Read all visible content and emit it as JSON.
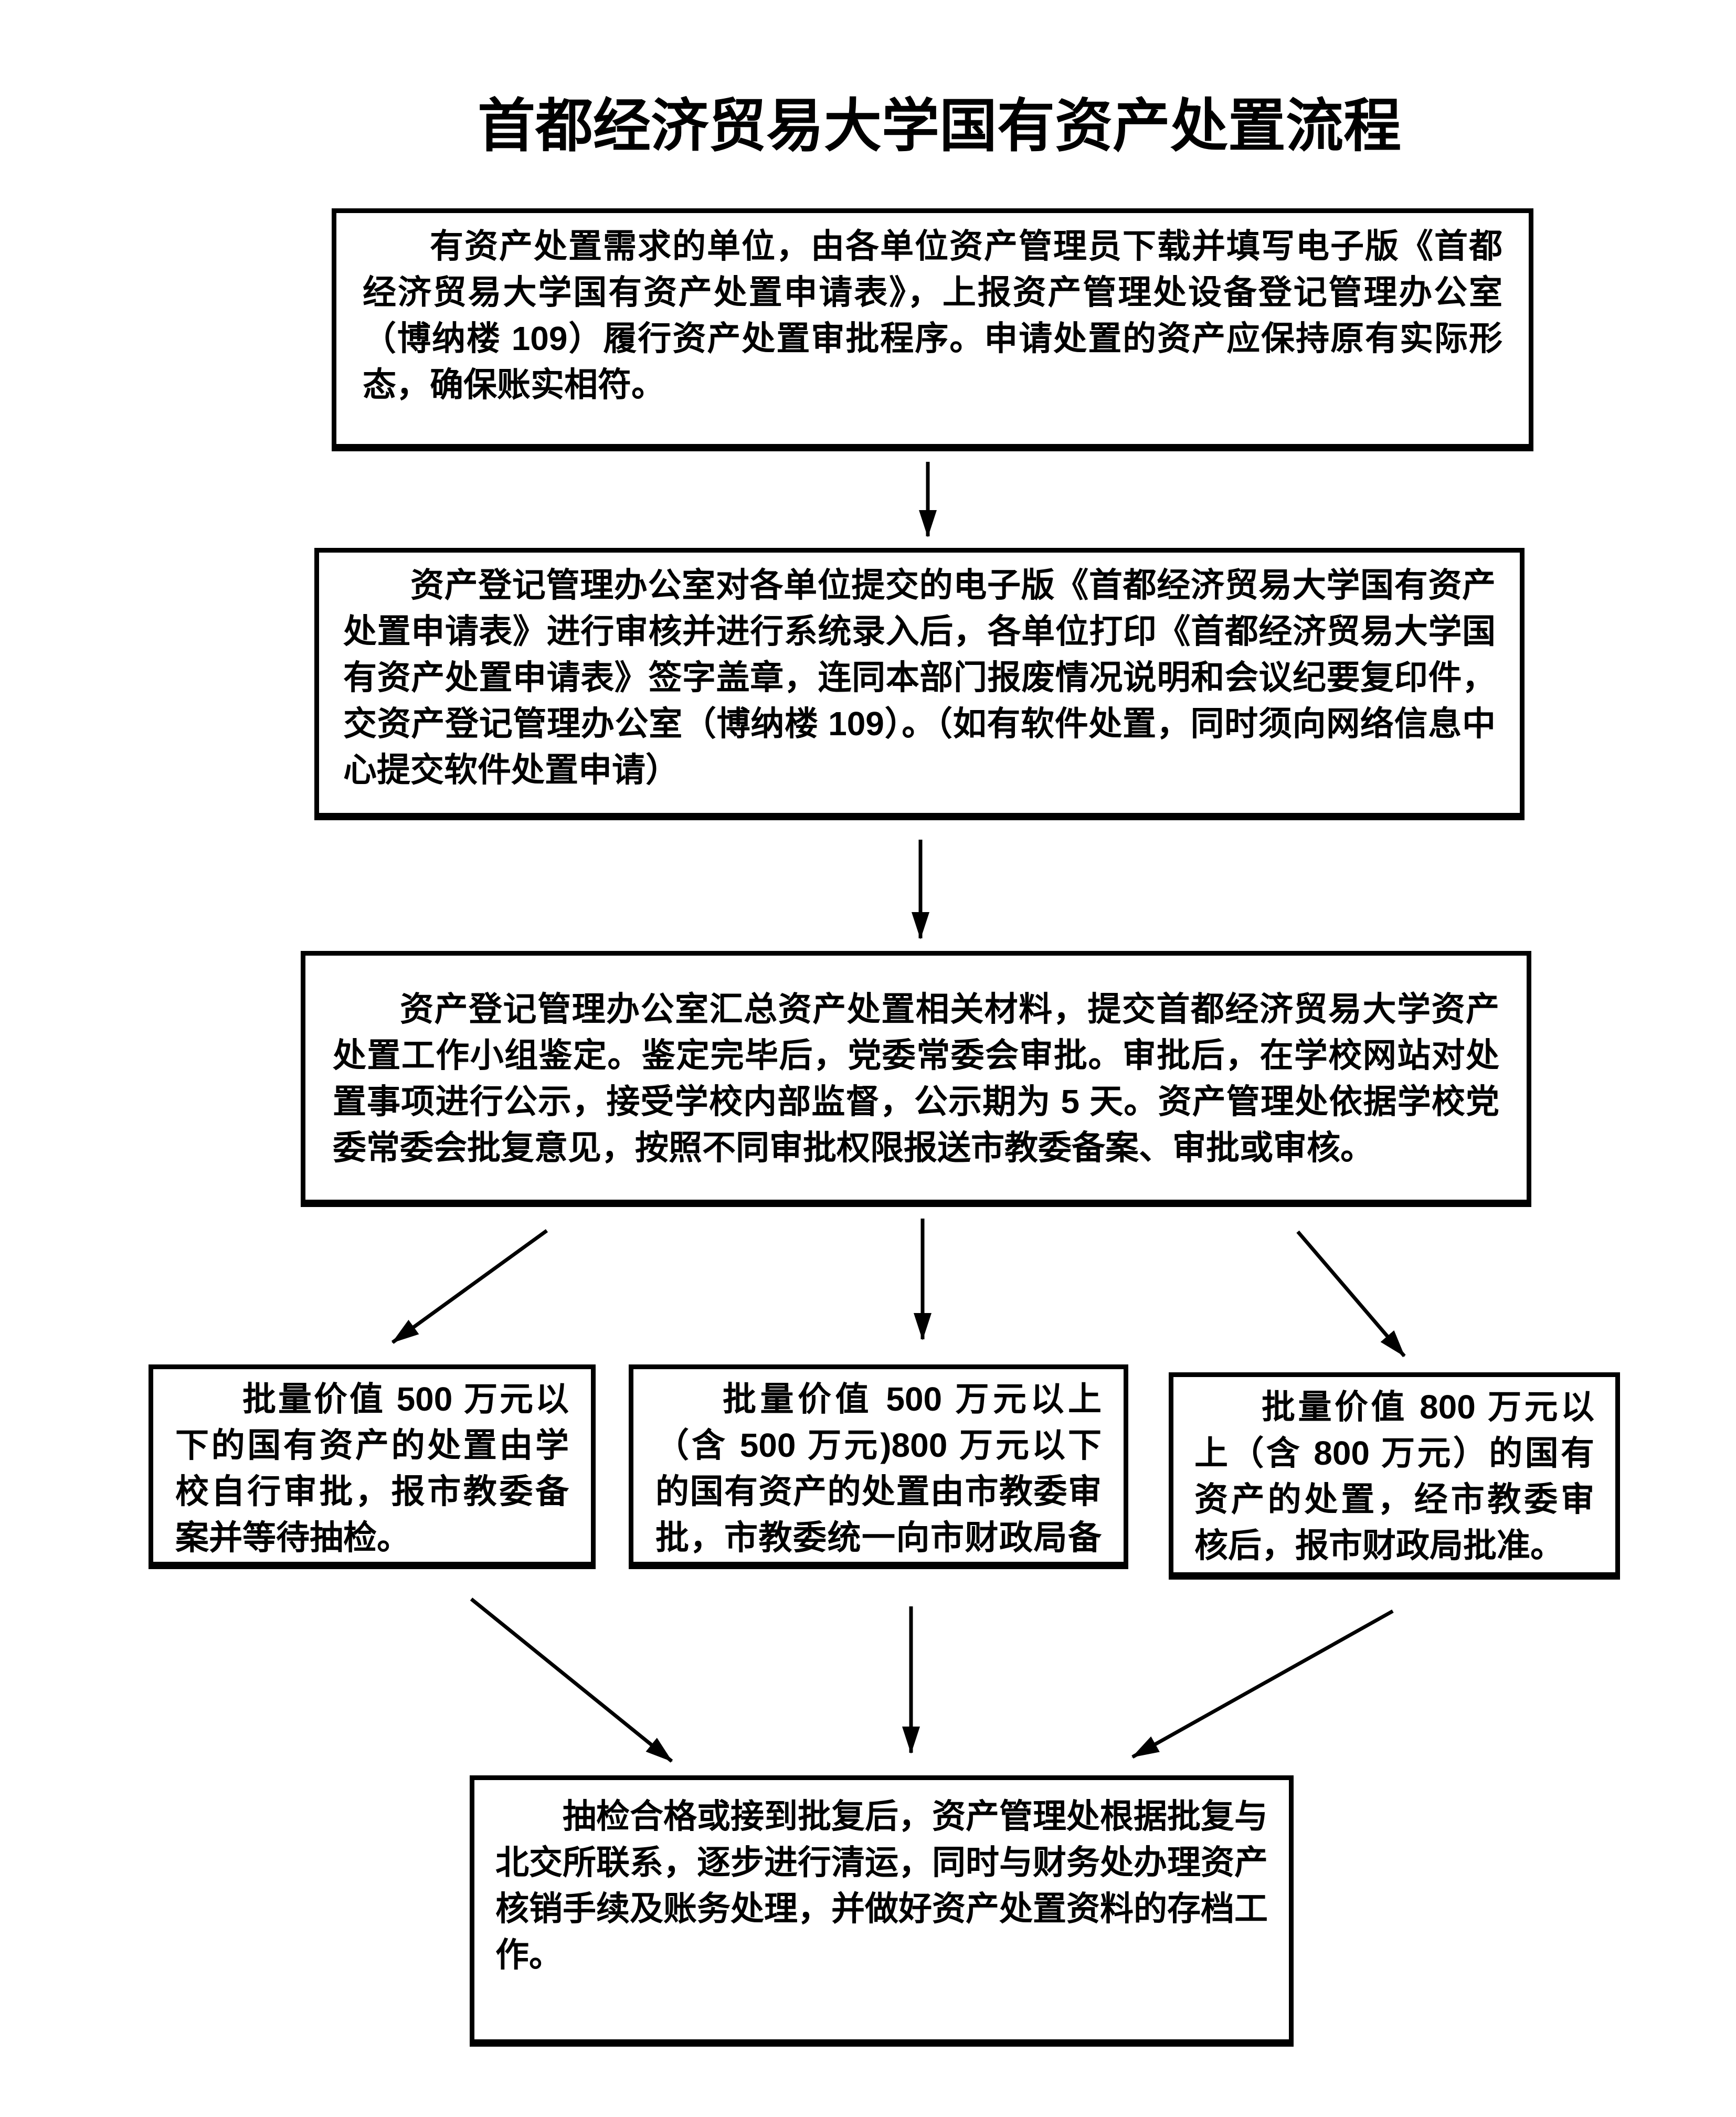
{
  "title": "首都经济贸易大学国有资产处置流程",
  "colors": {
    "ink": "#000000",
    "paper": "#ffffff"
  },
  "flow": {
    "step1": "有资产处置需求的单位，由各单位资产管理员下载并填写电子版《首都经济贸易大学国有资产处置申请表》，上报资产管理处设备登记管理办公室（博纳楼 109）履行资产处置审批程序。申请处置的资产应保持原有实际形态，确保账实相符。",
    "step2": "资产登记管理办公室对各单位提交的电子版《首都经济贸易大学国有资产处置申请表》进行审核并进行系统录入后，各单位打印《首都经济贸易大学国有资产处置申请表》签字盖章，连同本部门报废情况说明和会议纪要复印件，交资产登记管理办公室（博纳楼 109）。（如有软件处置，同时须向网络信息中心提交软件处置申请）",
    "step3": "资产登记管理办公室汇总资产处置相关材料，提交首都经济贸易大学资产处置工作小组鉴定。鉴定完毕后，党委常委会审批。审批后，在学校网站对处置事项进行公示，接受学校内部监督，公示期为 5 天。资产管理处依据学校党委常委会批复意见，按照不同审批权限报送市教委备案、审批或审核。",
    "branch_low": "批量价值 500 万元以下的国有资产的处置由学校自行审批，报市教委备案并等待抽检。",
    "branch_mid": "批量价值 500 万元以上（含 500 万元)800 万元以下的国有资产的处置由市教委审批，市教委统一向市财政局备案。",
    "branch_high": "批量价值 800 万元以上（含 800 万元）的国有资产的处置，经市教委审核后，报市财政局批准。",
    "final": "抽检合格或接到批复后，资产管理处根据批复与北交所联系，逐步进行清运，同时与财务处办理资产核销手续及账务处理，并做好资产处置资料的存档工作。"
  }
}
